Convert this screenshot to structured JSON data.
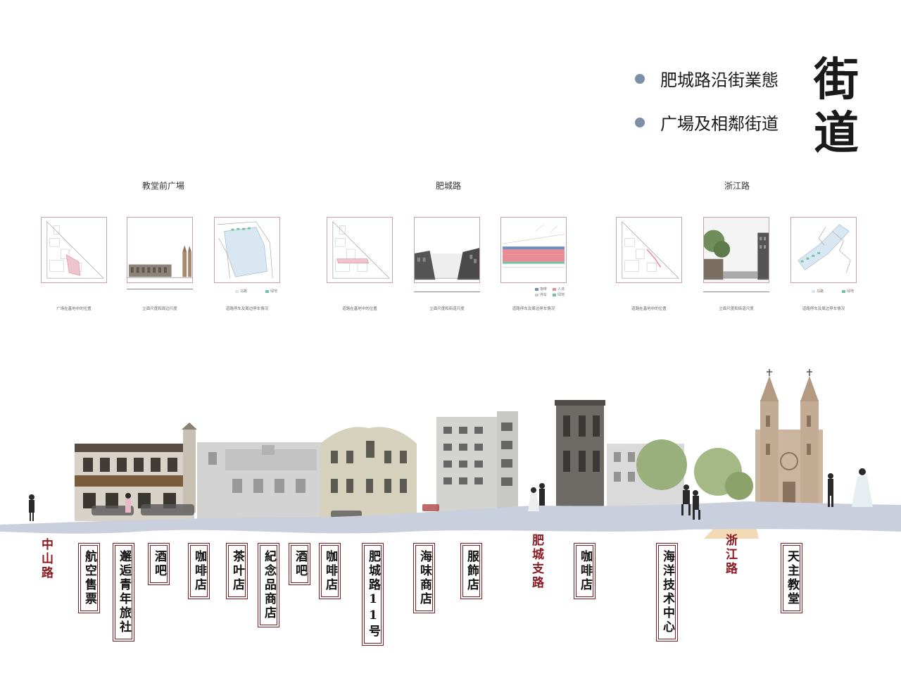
{
  "header": {
    "big_chars": [
      "街",
      "道"
    ],
    "legend": [
      "肥城路沿街業態",
      "广場及相鄰街道"
    ],
    "legend_dot_color": "#7d8fa8"
  },
  "panel_groups": [
    {
      "title": "教堂前广場",
      "captions": [
        "广场在基地中的位置",
        "立面尺度和周边尺度",
        "道路停车及周边停车情况"
      ],
      "legend_items": [
        "马路",
        "绿地"
      ]
    },
    {
      "title": "肥城路",
      "captions": [
        "道路在基地中的位置",
        "立面尺度和街道尺度",
        "道路停车及周边停车情况"
      ],
      "legend_items": [
        "咖啡",
        "人流",
        "停车",
        "绿地"
      ]
    },
    {
      "title": "浙江路",
      "captions": [
        "道路在基地中的位置",
        "立面尺度和街道尺度",
        "道路停车及周边停车情况"
      ],
      "legend_items": [
        "马路",
        "绿地"
      ]
    }
  ],
  "street_labels": {
    "roads": [
      "中山路",
      "肥城支路",
      "浙江路"
    ],
    "shops": [
      "航空售票",
      "邂逅青年旅社",
      "酒吧",
      "咖啡店",
      "茶叶店",
      "紀念品商店",
      "酒吧",
      "咖啡店",
      "肥城路11号",
      "海味商店",
      "服飾店",
      "咖啡店",
      "海洋技术中心",
      "天主教堂"
    ]
  },
  "colors": {
    "label_border": "#7a1e24",
    "road_text": "#8b1a22",
    "ground": "#c9cfdc",
    "zhejiang_road": "#f3d9b4",
    "panel_border": "#c9a2a9"
  }
}
